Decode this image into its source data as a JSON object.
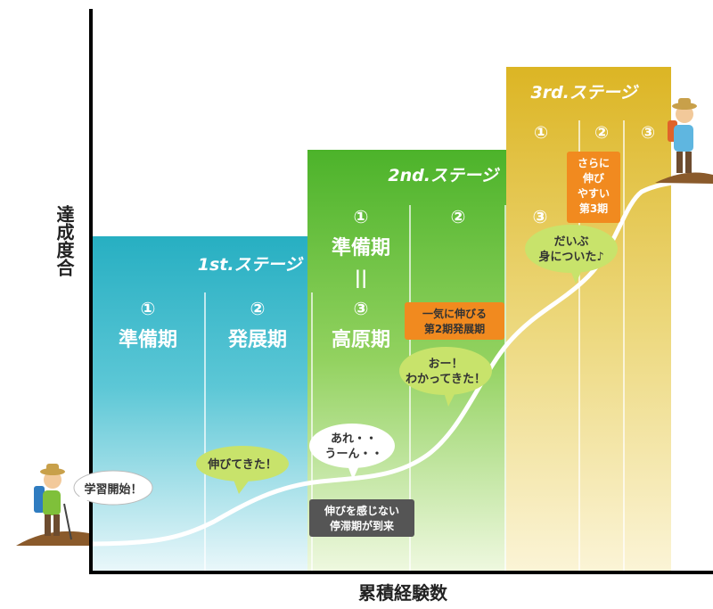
{
  "axes": {
    "y_label": "達成度合",
    "x_label": "累積経験数"
  },
  "stages": [
    {
      "title": "1st.ステージ",
      "phases": [
        {
          "num": "①",
          "label": "準備期"
        },
        {
          "num": "②",
          "label": "発展期"
        },
        {
          "num": "③",
          "label": "高原期"
        }
      ]
    },
    {
      "title": "2nd.ステージ",
      "phases": [
        {
          "num": "①",
          "label": "準備期"
        },
        {
          "num": "②",
          "label": ""
        },
        {
          "num": "③",
          "label": ""
        }
      ],
      "equals_mark": "||"
    },
    {
      "title": "3rd.ステージ",
      "phases": [
        {
          "num": "①",
          "label": ""
        },
        {
          "num": "②",
          "label": ""
        },
        {
          "num": "③",
          "label": ""
        }
      ]
    }
  ],
  "bubbles": {
    "start": "学習開始！",
    "growing": "伸びてきた！",
    "are_line1": "あれ・・",
    "are_line2": "うーん・・",
    "oh_line1": "おー！",
    "oh_line2": "わかってきた！",
    "daibu_line1": "だいぶ",
    "daibu_line2": "身についた♪"
  },
  "labels": {
    "stagnation_line1": "伸びを感じない",
    "stagnation_line2": "停滞期が到来",
    "second_line1": "一気に伸びる",
    "second_line2": "第2期発展期",
    "third_line1": "さらに",
    "third_line2": "伸び",
    "third_line3": "やすい",
    "third_line4": "第3期"
  },
  "colors": {
    "stage1": "#29b3c6",
    "stage2": "#55b82e",
    "stage3": "#e1bd2a",
    "orange_label": "#f18a1f",
    "gray_label": "#555555",
    "bubble": "#c8e36b"
  }
}
